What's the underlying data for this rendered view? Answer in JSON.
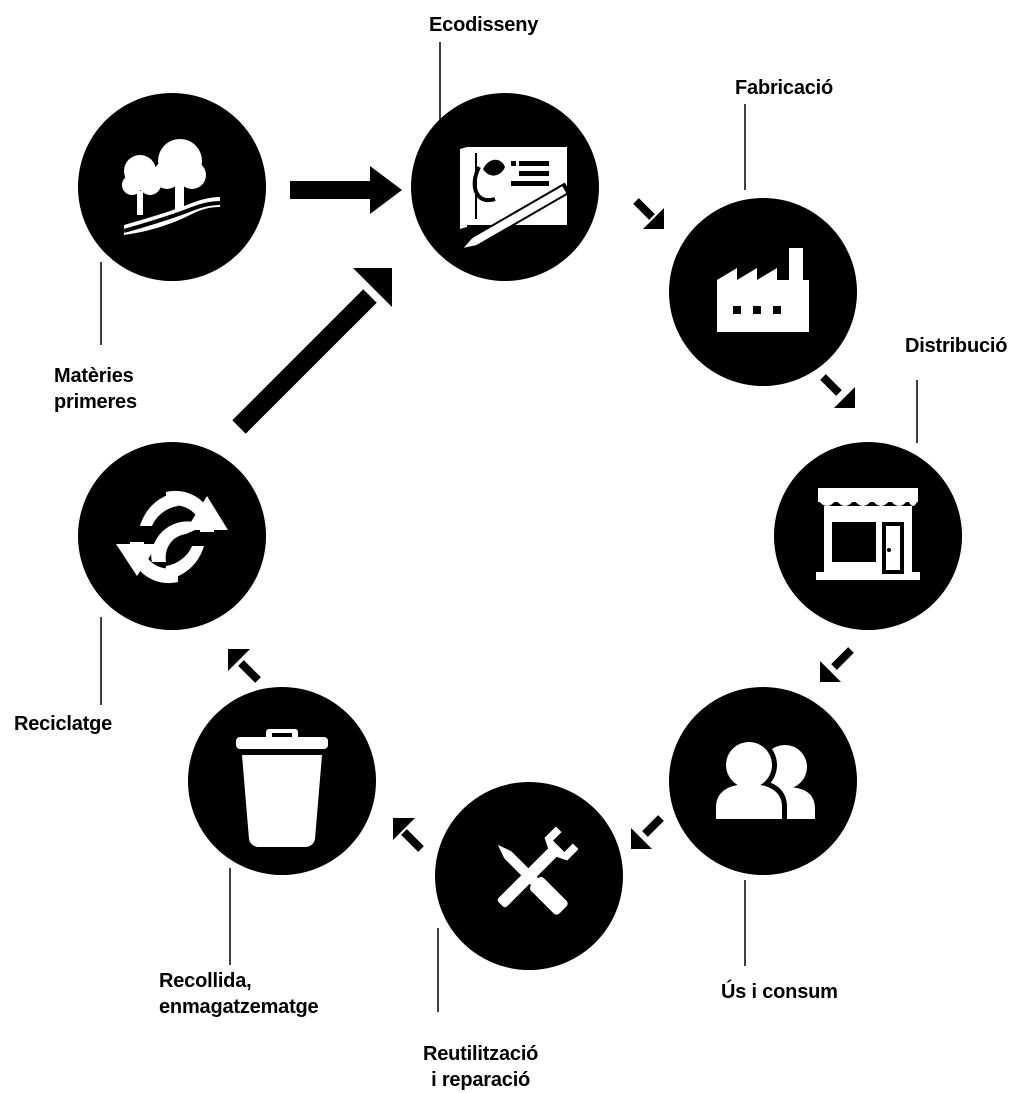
{
  "colors": {
    "ink": "#000000",
    "paper": "#ffffff"
  },
  "stages": [
    {
      "id": "materies",
      "icon": "trees-landscape-icon",
      "lines": [
        "Matèries",
        "primeres"
      ]
    },
    {
      "id": "ecodisseny",
      "icon": "design-blueprint-icon",
      "lines": [
        "Ecodisseny"
      ]
    },
    {
      "id": "fabricacio",
      "icon": "factory-icon",
      "lines": [
        "Fabricació"
      ]
    },
    {
      "id": "distribucio",
      "icon": "shop-icon",
      "lines": [
        "Distribució"
      ]
    },
    {
      "id": "us",
      "icon": "users-icon",
      "lines": [
        "Ús i consum"
      ]
    },
    {
      "id": "reutilitzacio",
      "icon": "tools-icon",
      "lines": [
        "Reutilització",
        "i reparació"
      ]
    },
    {
      "id": "recollida",
      "icon": "trash-bin-icon",
      "lines": [
        "Recollida,",
        "enmagatzematge"
      ]
    },
    {
      "id": "reciclatge",
      "icon": "recycle-arrows-icon",
      "lines": [
        "Reciclatge"
      ]
    }
  ]
}
